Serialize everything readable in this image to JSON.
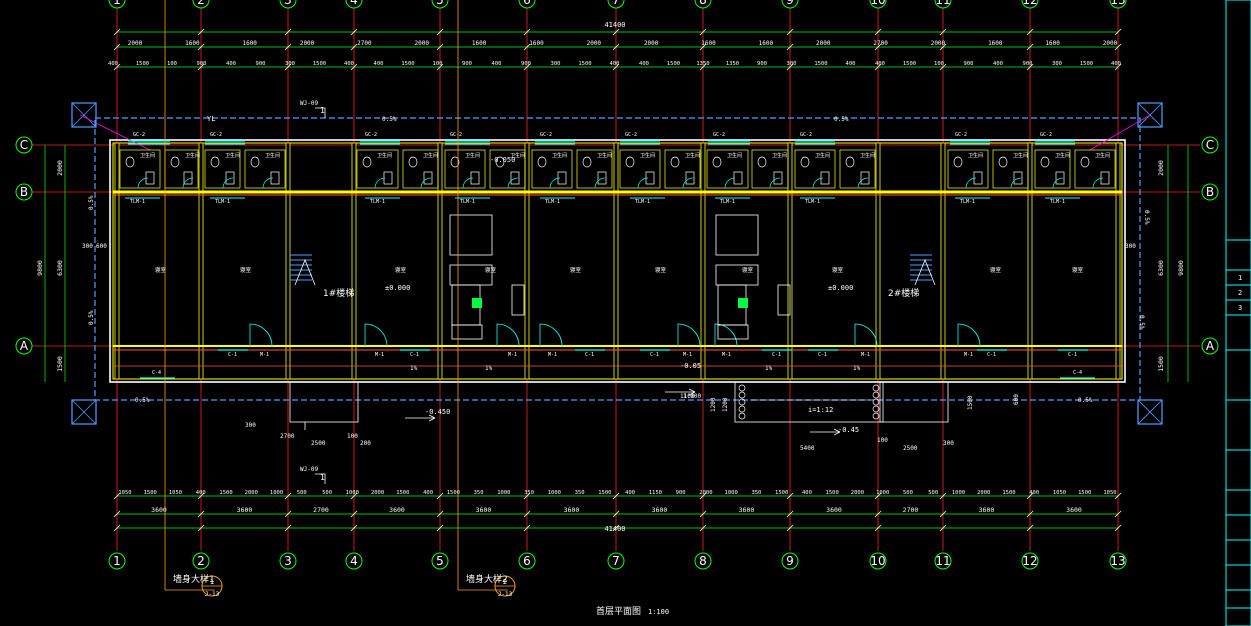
{
  "drawing": {
    "title": "首层平面图",
    "scale": "1:100",
    "overall_dim": "41400"
  },
  "grid": {
    "columns": [
      "1",
      "2",
      "3",
      "4",
      "5",
      "6",
      "7",
      "8",
      "9",
      "10",
      "11",
      "12",
      "13"
    ],
    "rows": [
      "C",
      "B",
      "A"
    ]
  },
  "dimensions": {
    "top_row1": [
      "2000",
      "1600",
      "1600",
      "2000",
      "2700",
      "2000",
      "1600",
      "1600",
      "2000",
      "2000",
      "1600",
      "1600",
      "2000",
      "2700",
      "2000",
      "1600",
      "1600",
      "2000"
    ],
    "top_row2": [
      "400",
      "1500",
      "100",
      "900",
      "400",
      "900",
      "300",
      "1500",
      "400",
      "400",
      "1500",
      "100",
      "900",
      "400",
      "900",
      "300",
      "1500",
      "400",
      "400",
      "1500",
      "1350",
      "1350",
      "900",
      "300",
      "1500",
      "400",
      "400",
      "1500",
      "100",
      "900",
      "400",
      "900",
      "300",
      "1500",
      "400"
    ],
    "bottom_row1": [
      "1050",
      "1500",
      "1050",
      "400",
      "1500",
      "2000",
      "1000",
      "500",
      "500",
      "1000",
      "2000",
      "1500",
      "400",
      "1500",
      "350",
      "1000",
      "350",
      "1000",
      "350",
      "1500",
      "400",
      "1150",
      "900",
      "2000",
      "1000",
      "350",
      "1500",
      "400",
      "1500",
      "2000",
      "1000",
      "500",
      "500",
      "1000",
      "2000",
      "1500",
      "400",
      "1050",
      "1500",
      "1050"
    ],
    "bays": [
      "3600",
      "3600",
      "2700",
      "3600",
      "3600",
      "3600",
      "3600",
      "3600",
      "3600",
      "2700",
      "3600",
      "3600"
    ],
    "left": [
      "2000",
      "6300",
      "1500",
      "9800"
    ],
    "right": [
      "2000",
      "6300",
      "1500",
      "9800"
    ],
    "misc": [
      "300",
      "600",
      "300",
      "2700",
      "2500",
      "100",
      "200",
      "300",
      "1200",
      "1100",
      "1200",
      "5400",
      "2500",
      "100",
      "300",
      "1500",
      "600"
    ]
  },
  "labels": {
    "elev_main": "±0.000",
    "elev_main2": "±0.000",
    "elev_step": "-0.050",
    "elev_outside": "-0.450",
    "elev_ramp": "-0.45",
    "elev_corr": "-0.05",
    "ramp_slope": "i=1:12",
    "stair1": "1#楼梯",
    "stair2": "2#楼梯",
    "slope_pct": "0.5%",
    "pct1": "1%",
    "window_gc": "GC-2",
    "door_tlm": "TLM-1",
    "door_m1": "M-1",
    "window_c1": "C-1",
    "window_c4": "C-4",
    "room_cn": "寝室",
    "bath_cn": "卫生间",
    "ref_tag1": "WJ-09",
    "ref_tag1_num": "1",
    "ref_tag2": "WJ-09",
    "ref_tag2_num": "1",
    "yl": "YL",
    "detail1_text": "墙身大样1",
    "detail1_num": "1",
    "detail1_sheet": "J-13",
    "detail2_text": "墙身大样2",
    "detail2_num": "2",
    "detail2_sheet": "J-13",
    "scale_1100": "1:100",
    "right_panel": [
      "1",
      "2",
      "3"
    ]
  },
  "colors": {
    "grid": "#ff2020",
    "dim": "#00ff00",
    "wall": "#ffff00",
    "window": "#00ffff",
    "glass": "#4ea0ff",
    "furniture": "#ffffff",
    "magenta": "#ff00ff"
  }
}
